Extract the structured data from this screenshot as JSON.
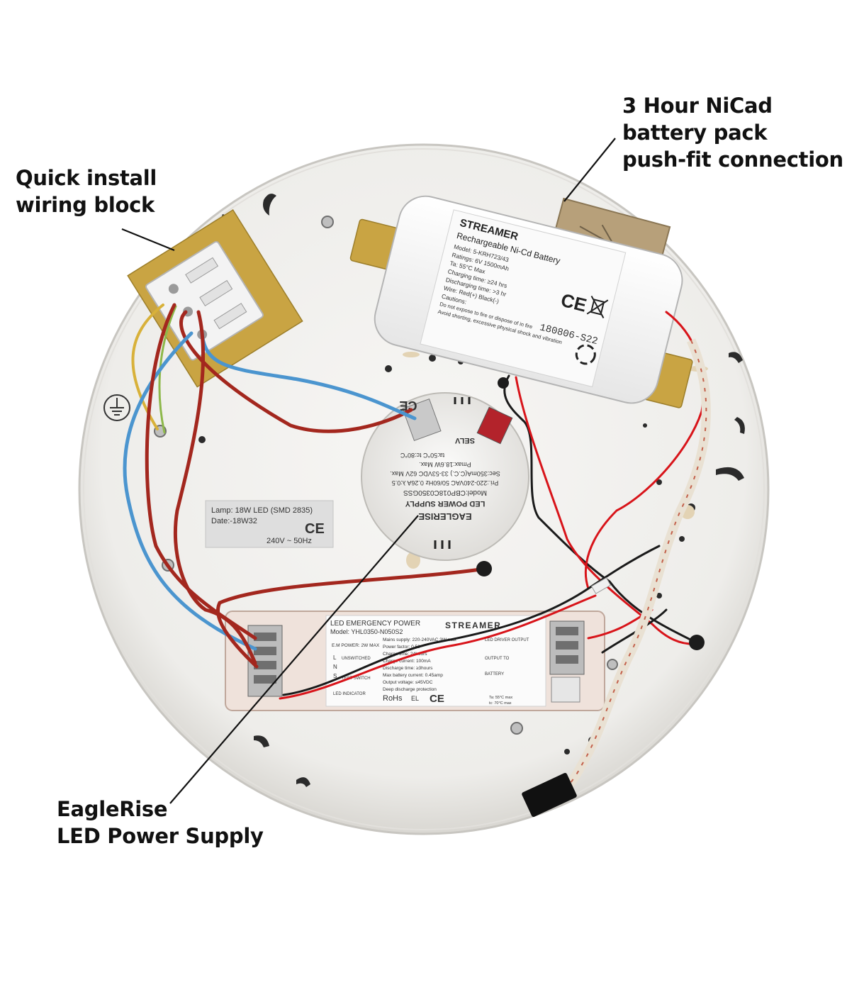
{
  "callouts": {
    "wiring_block": [
      "Quick install",
      "wiring block"
    ],
    "battery_pack": [
      "3 Hour NiCad",
      "battery pack",
      "push-fit connection"
    ],
    "power_supply": [
      "EagleRise",
      "LED Power Supply"
    ]
  },
  "rating_label": {
    "lamp": "Lamp: 18W LED (SMD 2835)",
    "date": "Date:-18W32",
    "ce": "CE",
    "voltage": "240V ~ 50Hz"
  },
  "battery": {
    "brand": "STREAMER",
    "title": "Rechargeable Ni-Cd Battery",
    "lines": [
      "Model: 5-KRH723/43",
      "Ratings: 6V 1500mAh",
      "Ta: 55°C Max",
      "Charging time: ≥24 hrs",
      "Discharging time: >3 hr",
      "Wire: Red(+) Black(-)",
      "Cautions:",
      "Do not expose to fire or dispose of in fire",
      "Avoid shorting, excessive physical shock and vibration"
    ],
    "code": "180806-S22",
    "ce": "CE"
  },
  "driver": {
    "brand": "EAGLERISE",
    "title": "LED POWER SUPPLY",
    "model": "Model:CBP018C0350GSS",
    "lines": [
      "Pri.:220-240VAC 50/60Hz 0.26A λ:0.5",
      "Sec:350mA(C.C.) 33-53VDC 62V Max.",
      "Pmax:18.6W Max.",
      "ta:50°C  tc:80°C"
    ],
    "selv": "SELV",
    "ce": "CE"
  },
  "emergency": {
    "title": "LED EMERGENCY POWER",
    "model": "Model: YHL0350-N050S2",
    "brand": "STREAMER",
    "em_power": "E.M POWER: 2W MAX",
    "specs": [
      "Mains supply: 220-240VAC 3W max",
      "Power factor: 0.50",
      "Charge time: 24hours",
      "Charge current: 100mA",
      "Discharge time: ≥3hours",
      "Max battery current: 0.45amp",
      "Output voltage: ≤45VDC",
      "Deep discharge protection"
    ],
    "left_labels": [
      "L",
      "N",
      "S"
    ],
    "unswitched": "UNSWITCHED",
    "test_switch": "TEST SWITCH",
    "led_indicator": "LED INDICATOR",
    "rohs": "RoHs",
    "el": "EL",
    "ce": "CE",
    "right_labels": [
      "LED DRIVER OUTPUT",
      "OUTPUT TO",
      "BATTERY"
    ],
    "temps": [
      "Ta: 55°C max",
      "tc: 70°C max"
    ]
  },
  "colors": {
    "plate": "#f3f2f0",
    "plate_edge": "#cfcdc8",
    "red_wire": "#a3271e",
    "blue_wire": "#4b95cf",
    "pad": "#c9a443",
    "black_wire": "#1a1a1a",
    "bright_red": "#d8141a"
  }
}
